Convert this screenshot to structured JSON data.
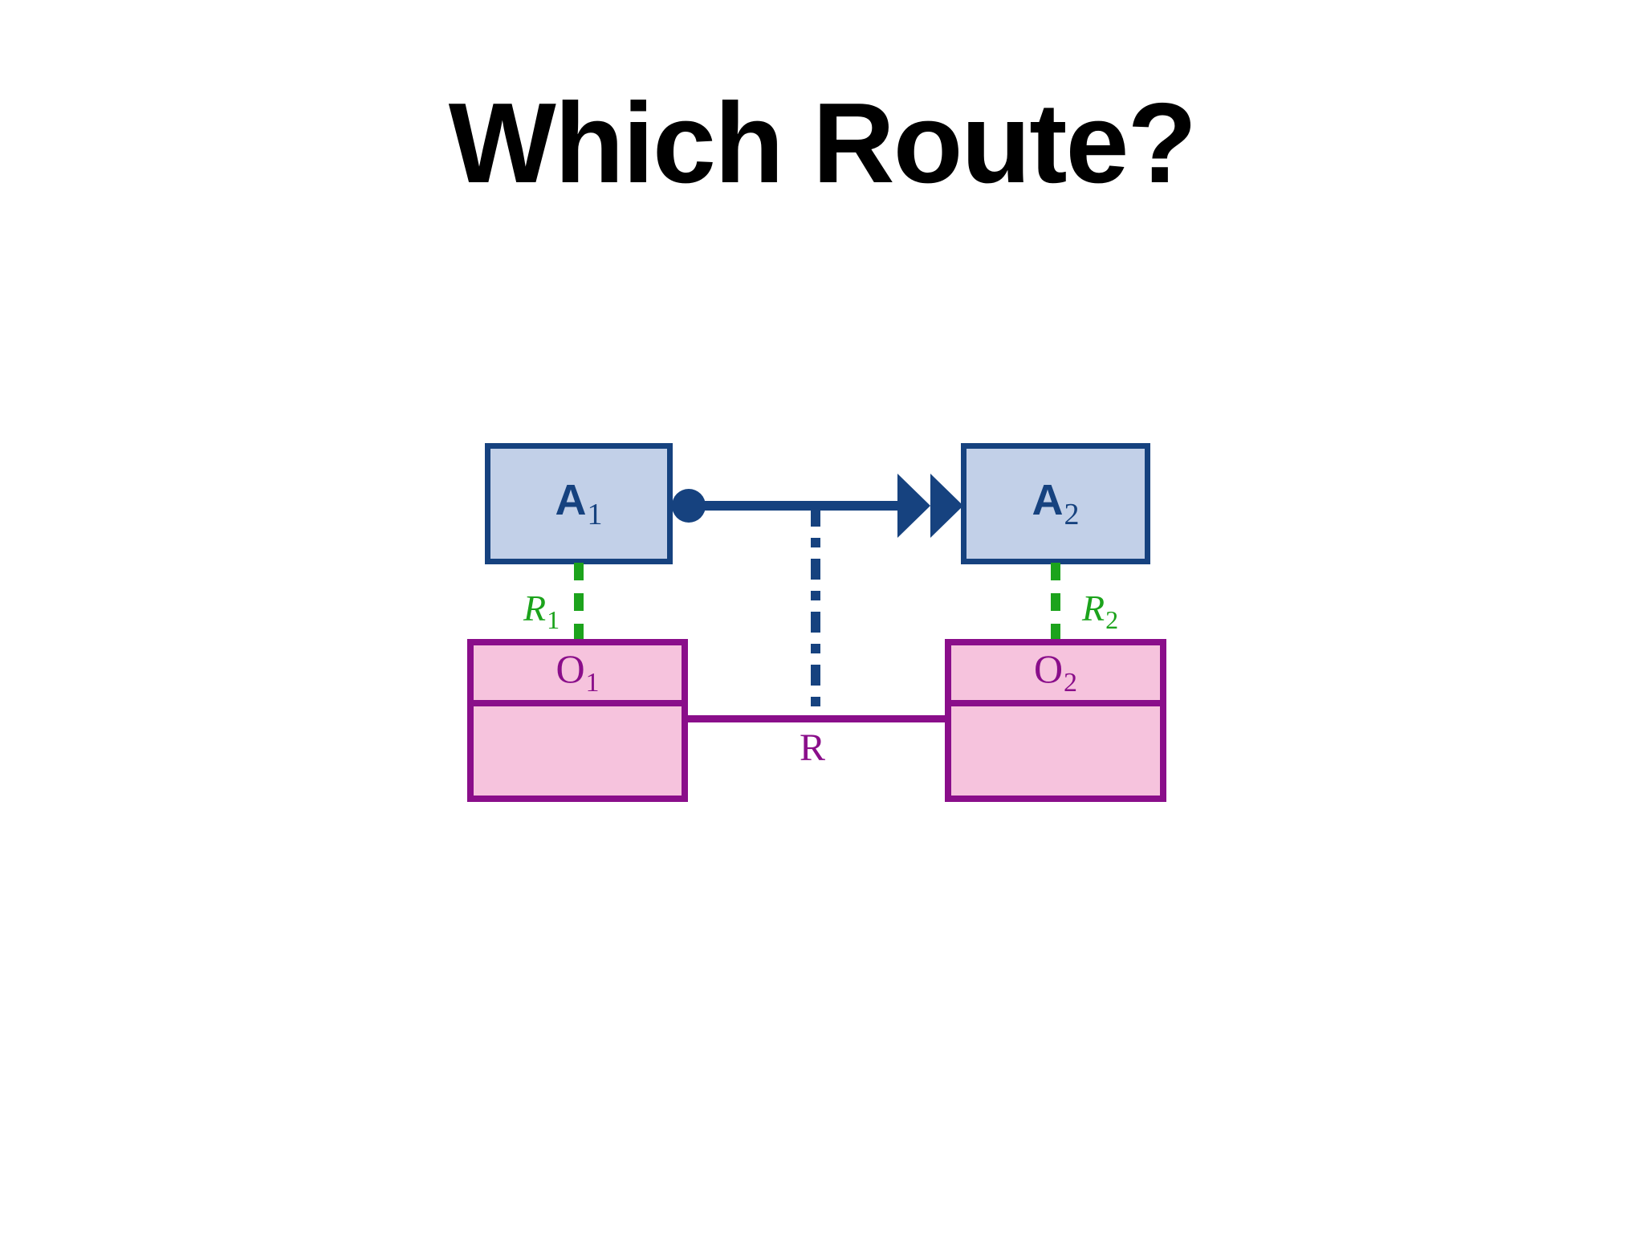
{
  "slide": {
    "title": "Which Route?",
    "background_color": "#ffffff"
  },
  "palette": {
    "agent_fill": "#c2d0e8",
    "agent_border": "#16427f",
    "object_fill": "#f6c3dd",
    "object_border": "#8a0e8a",
    "instance_link": "#1ca31c",
    "title_color": "#000000"
  },
  "diagram": {
    "type": "uml-object-diagram",
    "agents": [
      {
        "id": "A1",
        "base": "A",
        "subscript": "1"
      },
      {
        "id": "A2",
        "base": "A",
        "subscript": "2"
      }
    ],
    "objects": [
      {
        "id": "O1",
        "base": "O",
        "subscript": "1"
      },
      {
        "id": "O2",
        "base": "O",
        "subscript": "2"
      }
    ],
    "links": [
      {
        "name": "agent-association",
        "from": "A1",
        "to": "A2",
        "style": "solid-blue-with-source-dot-and-double-arrowhead"
      },
      {
        "name": "instance-of-1",
        "from": "A1",
        "to": "O1",
        "label_base": "R",
        "label_subscript": "1",
        "style": "green-dashed"
      },
      {
        "name": "instance-of-2",
        "from": "A2",
        "to": "O2",
        "label_base": "R",
        "label_subscript": "2",
        "style": "green-dashed"
      },
      {
        "name": "object-relation",
        "from": "O1",
        "to": "O2",
        "label": "R",
        "style": "solid-purple"
      },
      {
        "name": "route-indicator",
        "from": "agent-association",
        "to": "object-relation",
        "style": "blue-dash-dot-vertical"
      }
    ]
  }
}
